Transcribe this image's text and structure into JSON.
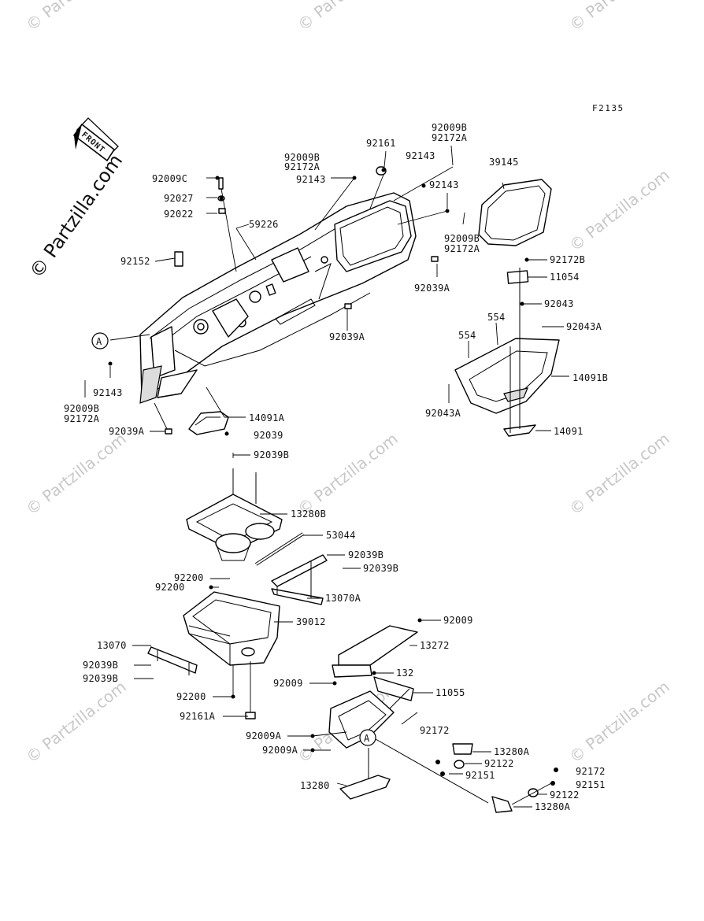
{
  "figure_code": "F2135",
  "watermark": {
    "primary": "© Partzilla.com",
    "secondary": "© Partzilla.com"
  },
  "front_arrow_label": "FRONT",
  "callouts": [
    "A",
    "A"
  ],
  "labels": [
    "92009B",
    "92172A",
    "92161",
    "92143",
    "92009B",
    "92172A",
    "92143",
    "92009C",
    "92143",
    "92027",
    "39145",
    "92022",
    "59226",
    "92009B",
    "92172A",
    "92152",
    "92172B",
    "92039A",
    "11054",
    "92043",
    "554",
    "92039A",
    "554",
    "92043A",
    "92143",
    "14091B",
    "92009B",
    "92172A",
    "92043A",
    "14091A",
    "92039A",
    "92039",
    "14091",
    "92039B",
    "13280B",
    "53044",
    "92039B",
    "92200",
    "92039B",
    "92200",
    "13070A",
    "39012",
    "92009",
    "13070",
    "13272",
    "92039B",
    "92039B",
    "132",
    "92009",
    "11055",
    "92200",
    "92161A",
    "92172",
    "92009A",
    "13280A",
    "92009A",
    "92122",
    "92151",
    "92172",
    "13280",
    "92151",
    "92122",
    "13280A"
  ]
}
